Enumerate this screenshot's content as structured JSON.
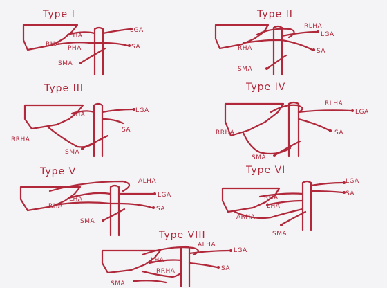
{
  "colors": {
    "ink": "#b0283a",
    "paper": "#f4f3f6"
  },
  "panels": [
    {
      "title": "Type I",
      "labels": {
        "lha": "LHA",
        "rha": "RHA",
        "pha": "PHA",
        "lga": "LGA",
        "sa": "SA",
        "sma": "SMA"
      }
    },
    {
      "title": "Type II",
      "labels": {
        "rlha": "RLHA",
        "lga": "LGA",
        "rha": "RHA",
        "sa": "SA",
        "sma": "SMA"
      }
    },
    {
      "title": "Type III",
      "labels": {
        "lha": "LHA",
        "lga": "LGA",
        "sa": "SA",
        "rrha": "RRHA",
        "sma": "SMA"
      }
    },
    {
      "title": "Type IV",
      "labels": {
        "rlha": "RLHA",
        "lga": "LGA",
        "rrha": "RRHA",
        "sa": "SA",
        "sma": "SMA"
      }
    },
    {
      "title": "Type V",
      "labels": {
        "alha": "ALHA",
        "lha": "LHA",
        "lga": "LGA",
        "rha": "RHA",
        "sa": "SA",
        "sma": "SMA"
      }
    },
    {
      "title": "Type VI",
      "labels": {
        "lga": "LGA",
        "sa": "SA",
        "rha": "RHA",
        "lha": "LHA",
        "arha": "ARHA",
        "sma": "SMA"
      }
    },
    {
      "title": "Type VIII",
      "labels": {
        "alha": "ALHA",
        "lga": "LGA",
        "lha": "LHA",
        "rrha": "RRHA",
        "sa": "SA",
        "sma": "SMA"
      }
    }
  ]
}
